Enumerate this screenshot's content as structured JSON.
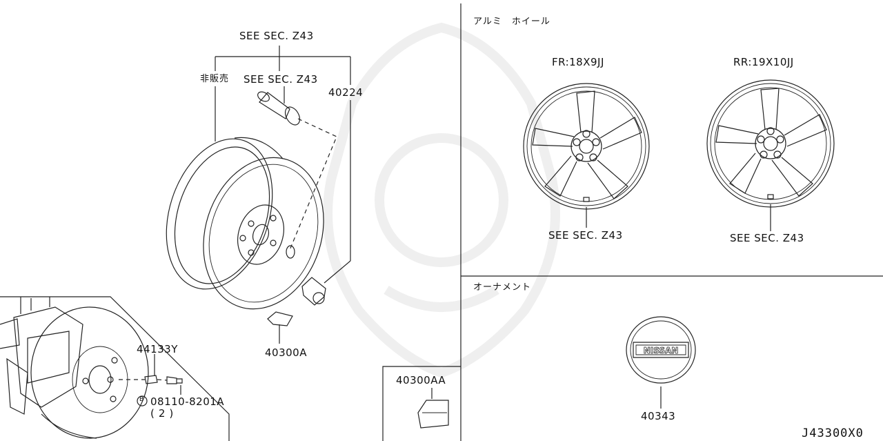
{
  "sections": {
    "aluminum_wheel": "アルミ　ホイール",
    "ornament": "オーナメント"
  },
  "labels": {
    "see_sec_top": "SEE SEC. Z43",
    "not_for_sale": "非販売",
    "see_sec_valve": "SEE SEC. Z43",
    "part_40224": "40224",
    "part_40300A": "40300A",
    "part_44133Y": "44133Y",
    "bolt_part": "08110-8201A",
    "bolt_qty": "(2)",
    "bolt_marker": "B",
    "part_40300AA": "40300AA",
    "part_40343": "40343",
    "front_wheel_size": "FR:18X9JJ",
    "rear_wheel_size": "RR:19X10JJ",
    "see_sec_front": "SEE SEC. Z43",
    "see_sec_rear": "SEE SEC. Z43",
    "diagram_id": "J43300X0"
  },
  "emblem": {
    "text": "NISSAN"
  }
}
